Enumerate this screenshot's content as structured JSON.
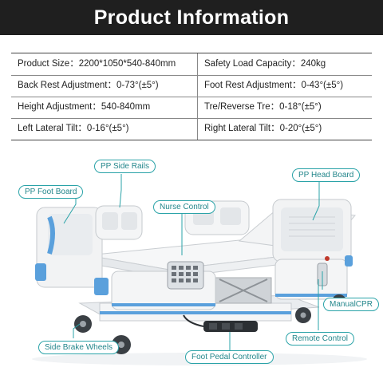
{
  "header": {
    "title": "Product Information"
  },
  "specs": {
    "rows": [
      {
        "left": "Product Size：2200*1050*540-840mm",
        "right": "Safety Load Capacity：240kg"
      },
      {
        "left": "Back Rest Adjustment：0-73°(±5°)",
        "right": "Foot Rest Adjustment：0-43°(±5°)"
      },
      {
        "left": "Height Adjustment：540-840mm",
        "right": "Tre/Reverse Tre：0-18°(±5°)"
      },
      {
        "left": "Left Lateral Tilt：0-16°(±5°)",
        "right": "Right Lateral Tilt：0-20°(±5°)"
      }
    ]
  },
  "callouts": {
    "pp_side_rails": "PP Side Rails",
    "pp_foot_board": "PP  Foot Board",
    "nurse_control": "Nurse Control",
    "pp_head_board": "PP  Head Board",
    "manual_cpr": "ManualCPR",
    "remote_control": "Remote Control",
    "side_brake_wheels": "Side Brake Wheels",
    "foot_pedal_controller": "Foot Pedal Controller"
  },
  "colors": {
    "header_bg": "#1f1f1f",
    "accent_teal": "#2aa3a8",
    "accent_blue": "#5aa0dc"
  }
}
